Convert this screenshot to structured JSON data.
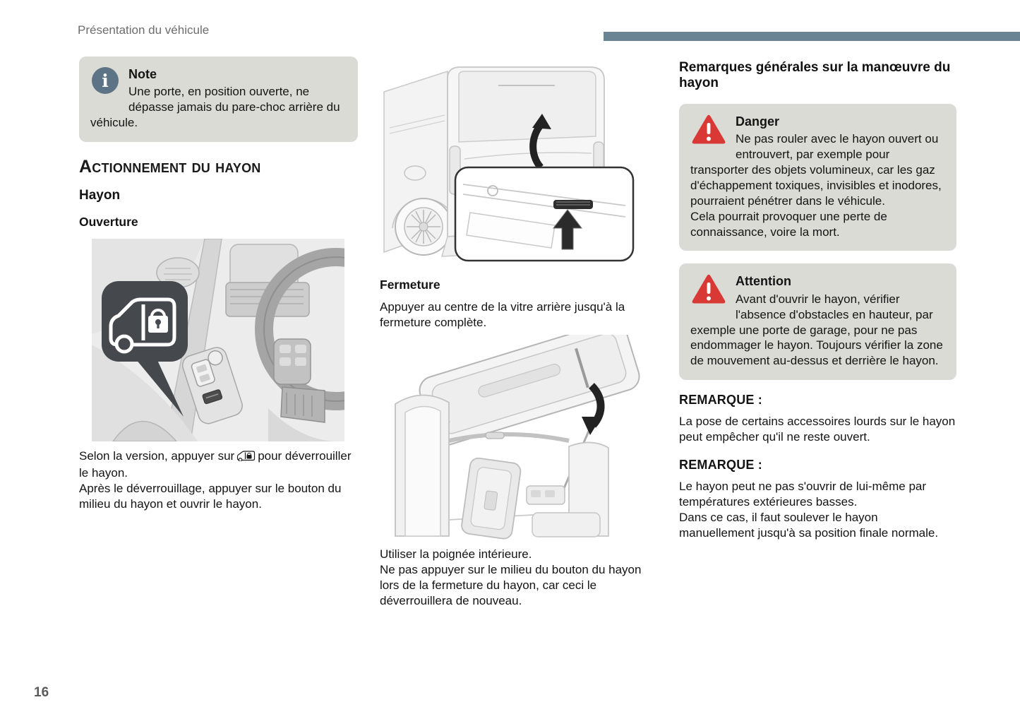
{
  "page": {
    "header": "Présentation du véhicule",
    "page_number": "16"
  },
  "colors": {
    "accent_bar": "#6b8494",
    "note_icon_blue": "#5d7487",
    "warning_red": "#d93935",
    "callout_gray_box": "#dbdbd5",
    "callout_bubble_dark": "#45494d"
  },
  "note_box": {
    "icon": "info-icon",
    "title": "Note",
    "body": "Une porte, en position ouverte, ne dépasse jamais du pare-choc arrière du véhicule."
  },
  "left_column": {
    "section_title": "Actionnement du hayon",
    "subsection": "Hayon",
    "subsubsection": "Ouverture",
    "figure": "interior-door-panel-tailgate-unlock-button-illustration",
    "para1_before_icon": "Selon la version, appuyer sur",
    "para1_icon": "van-lock-icon",
    "para1_after_icon": "pour déverrouiller le hayon.",
    "para2": "Après le déverrouillage, appuyer sur le bouton du milieu du hayon et ouvrir le hayon."
  },
  "middle_column": {
    "figure_top": "van-rear-tailgate-handle-callout-illustration",
    "fermeture_title": "Fermeture",
    "fermeture_para": "Appuyer au centre de la vitre arrière jusqu'à la fermeture complète.",
    "figure_bottom": "open-tailgate-close-illustration",
    "close_para1": "Utiliser la poignée intérieure.",
    "close_para2": "Ne pas appuyer sur le milieu du bouton du hayon lors de la fermeture du hayon, car ceci le déverrouillera de nouveau."
  },
  "right_column": {
    "title": "Remarques générales sur la manœuvre du hayon",
    "danger": {
      "icon": "warning-triangle-icon",
      "title": "Danger",
      "para1": "Ne pas rouler avec le hayon ouvert ou entrouvert, par exemple pour transporter des objets volumineux, car les gaz d'échappement toxiques, invisibles et inodores, pourraient pénétrer dans le véhicule.",
      "para2": "Cela pourrait provoquer une perte de connaissance, voire la mort."
    },
    "attention": {
      "icon": "warning-triangle-icon",
      "title": "Attention",
      "body": "Avant d'ouvrir le hayon, vérifier l'absence d'obstacles en hauteur, par exemple une porte de garage, pour ne pas endommager le hayon. Toujours vérifier la zone de mouvement au-dessus et derrière le hayon."
    },
    "remark1": {
      "label": "REMARQUE :",
      "body": "La pose de certains accessoires lourds sur le hayon peut empêcher qu'il ne reste ouvert."
    },
    "remark2": {
      "label": "REMARQUE :",
      "body1": "Le hayon peut ne pas s'ouvrir de lui-même par températures extérieures basses.",
      "body2": "Dans ce cas, il faut soulever le hayon manuellement jusqu'à sa position finale normale."
    }
  }
}
